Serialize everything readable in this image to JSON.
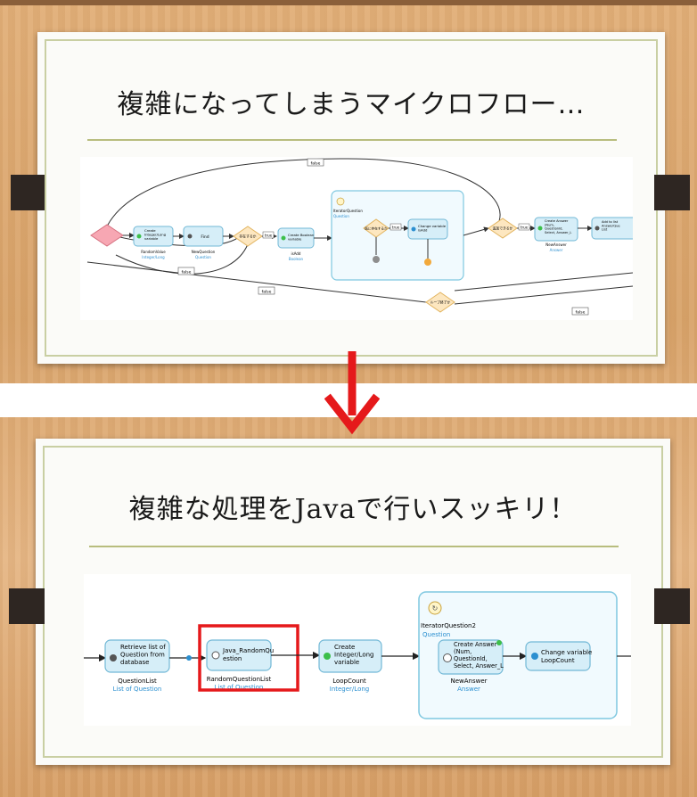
{
  "slide1": {
    "title": "複雑になってしまうマイクロフロー…",
    "diagram": {
      "labels": {
        "false_top": "false",
        "false_mid": "false",
        "false_low": "false",
        "false_bottom": "false",
        "true_1": "true",
        "true_2": "true",
        "true_3": "true"
      },
      "nodes": {
        "create_random": "Create\nInteger/Long\nvariable",
        "random_value": "RandomValue",
        "random_type": "Integer/Long",
        "find": "Find",
        "new_question": "NewQuestion",
        "new_question_type": "Question",
        "decision1": "存在するか",
        "create_bool": "Create Boolean\nvariable",
        "is_add": "isAdd",
        "is_add_type": "Boolean",
        "iterator": "IteratorQuestion",
        "iterator_type": "Question",
        "decision2": "既に存在するか",
        "change_var": "Change variable\nisAdd",
        "decision3": "追加できるか",
        "create_answer": "Create Answer\n(Num,\nQuestionId,\nSelect, Answer_L",
        "new_answer": "NewAnswer",
        "new_answer_type": "Answer",
        "add_to_list": "Add to list\nAnswerQue\nList",
        "decision4": "ループ終了か"
      }
    }
  },
  "slide2": {
    "title_a": "複雑な処理を",
    "title_b": "Java",
    "title_c": "で行いスッキリ！",
    "diagram": {
      "nodes": {
        "retrieve": "Retrieve list of\nQuestion from\ndatabase",
        "question_list": "QuestionList",
        "question_list_type": "List of Question",
        "java": "Java_RandomQu\nestion",
        "random_question_list": "RandomQuestionList",
        "random_question_list_type": "List of Question",
        "create_int": "Create\nInteger/Long\nvariable",
        "loop_count": "LoopCount",
        "loop_count_type": "Integer/Long",
        "iterator2": "IteratorQuestion2",
        "iterator2_type": "Question",
        "create_answer2": "Create Answer\n(Num,\nQuestionId,\nSelect, Answer_L",
        "new_answer2": "NewAnswer",
        "new_answer2_type": "Answer",
        "change_loop": "Change variable\nLoopCount"
      }
    }
  },
  "colors": {
    "activity_fill": "#d6eef8",
    "activity_stroke": "#72b8d6",
    "type_text": "#2b8fd0",
    "decision_fill": "#fde7c0",
    "decision_stroke": "#e2b45f",
    "start_fill": "#f7a7b3",
    "highlight": "#e5191b",
    "arrow": "#e5191b",
    "check_icon": "#3dbf4a"
  }
}
